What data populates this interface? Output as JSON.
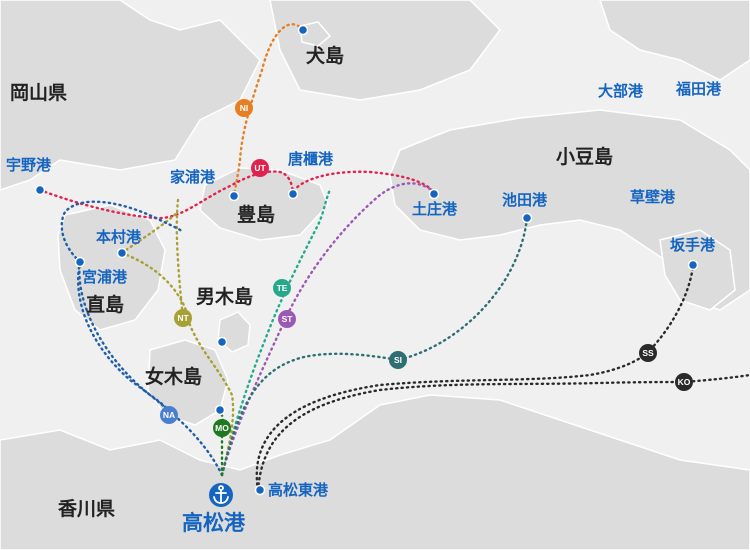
{
  "map": {
    "prefectures": {
      "okayama": "岡山県",
      "kagawa": "香川県"
    },
    "islands": {
      "inujima": "犬島",
      "teshima": "豊島",
      "shodoshima": "小豆島",
      "naoshima": "直島",
      "ogijima": "男木島",
      "megijima": "女木島"
    },
    "ports": {
      "uno": "宇野港",
      "ieura": "家浦港",
      "karato": "唐櫃港",
      "tonosho": "土庄港",
      "ikeda": "池田港",
      "kusakabe": "草壁港",
      "sakate": "坂手港",
      "obe": "大部港",
      "fukuda": "福田港",
      "honmura": "本村港",
      "miyanoura": "宮浦港",
      "takamatsu_east": "高松東港",
      "takamatsu": "高松港"
    },
    "routes": [
      {
        "code": "NI",
        "color": "#e67e22"
      },
      {
        "code": "UT",
        "color": "#e0234e"
      },
      {
        "code": "TE",
        "color": "#26a98b"
      },
      {
        "code": "ST",
        "color": "#9b59b6"
      },
      {
        "code": "NT",
        "color": "#a8a034"
      },
      {
        "code": "SI",
        "color": "#2f6f73"
      },
      {
        "code": "NA",
        "color": "#4a7fcf"
      },
      {
        "code": "MO",
        "color": "#1f7a1f"
      },
      {
        "code": "SS",
        "color": "#2a2a2a"
      },
      {
        "code": "KO",
        "color": "#2a2a2a"
      }
    ],
    "colors": {
      "land": "#dcdcdc",
      "sea": "#f0f0f0",
      "port_marker": "#1565c0",
      "route_blue": "#1f5fa8"
    },
    "icons": {
      "takamatsu": "anchor-icon"
    }
  }
}
